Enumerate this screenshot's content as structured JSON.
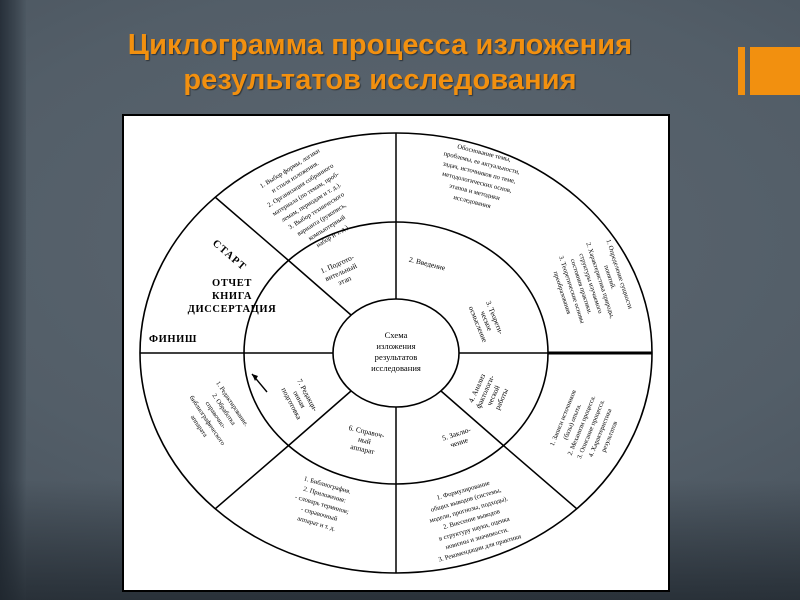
{
  "slide": {
    "title_line1": "Циклограмма процесса изложения",
    "title_line2": "результатов исследования",
    "accent_color": "#f2900f",
    "background_color": "#4a5560"
  },
  "decoration": {
    "name": "orange-square-accent"
  },
  "diagram": {
    "center_label": {
      "line1": "Схема",
      "line2": "изложения",
      "line3": "результатов",
      "line4": "исследования"
    },
    "markers": {
      "start": "СТАРТ",
      "finish": "ФИНИШ",
      "output_line1": "ОТЧЕТ",
      "output_line2": "КНИГА",
      "output_line3": "ДИССЕРТАЦИЯ"
    },
    "inner_ring": [
      {
        "num": "1",
        "label_line1": "Подгото-",
        "label_line2": "вительный",
        "label_line3": "этап"
      },
      {
        "num": "2",
        "label_line1": "Введение",
        "label_line2": "",
        "label_line3": ""
      },
      {
        "num": "3",
        "label_line1": "Теорети-",
        "label_line2": "ческое",
        "label_line3": "осмысление"
      },
      {
        "num": "4",
        "label_line1": "Анализ",
        "label_line2": "фактологи-",
        "label_line3": "ческой",
        "label_line4": "работы"
      },
      {
        "num": "5",
        "label_line1": "Заклю-",
        "label_line2": "чение",
        "label_line3": ""
      },
      {
        "num": "6",
        "label_line1": "Справоч-",
        "label_line2": "ный",
        "label_line3": "аппарат"
      },
      {
        "num": "7",
        "label_line1": "Редакци-",
        "label_line2": "онная",
        "label_line3": "подготовка"
      }
    ],
    "outer_ring": [
      {
        "sector": "preparatory-stage",
        "lines": [
          "1. Выбор формы, логики",
          "и стиля изложения.",
          "2. Организация собранного",
          "материала (по темам, проб-",
          "лемам, периодам и т. д.).",
          "3. Выбор технического",
          "варианта (рукопись,",
          "компьютерный",
          "набор и т. д.)"
        ]
      },
      {
        "sector": "introduction",
        "lines": [
          "Обоснование темы,",
          "проблемы, ее актуальности,",
          "задач, источников по теме,",
          "методологических основ,",
          "этапов и методики",
          "исследования"
        ]
      },
      {
        "sector": "theoretical-comprehension",
        "lines": [
          "1. Определение сущности",
          "понятий.",
          "2. Характеристика природы,",
          "структуры изучаемого",
          "состояния практики.",
          "3. Теоретические основы",
          "преобразования"
        ]
      },
      {
        "sector": "factual-analysis",
        "lines": [
          "1. Записи источников",
          "(базы) опыта.",
          "2. Механизм процесса.",
          "3. Описание процесса.",
          "4. Характеристика",
          "результатов"
        ]
      },
      {
        "sector": "conclusion",
        "lines": [
          "1. Формулирование",
          "общих выводов (системы,",
          "модели, прогнозы, подходы).",
          "2. Внесение выводов",
          "в структуру науки, оценка",
          "новизны и значимости.",
          "3. Рекомендации для практики"
        ]
      },
      {
        "sector": "reference-apparatus",
        "lines": [
          "1. Библиография.",
          "2. Приложения:",
          "- словарь терминов;",
          "- справочный",
          "аппарат и т. д."
        ]
      },
      {
        "sector": "editorial-preparation",
        "lines": [
          "1. Редактирование.",
          "2. Обработка",
          "справочно-",
          "библиографического",
          "аппарата"
        ]
      }
    ]
  }
}
